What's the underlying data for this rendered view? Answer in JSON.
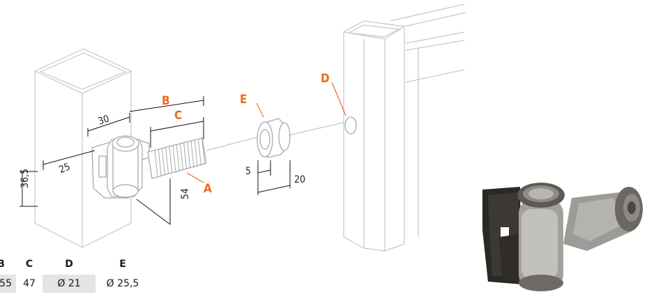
{
  "labels": {
    "A": "A",
    "B": "B",
    "C": "C",
    "D": "D",
    "E": "E"
  },
  "dimensions": {
    "d30": "30",
    "d25": "25",
    "d36_5": "36,5",
    "d54": "54",
    "d5": "5",
    "d20": "20"
  },
  "table": {
    "headers": [
      "B",
      "C",
      "D",
      "E"
    ],
    "row": [
      "55",
      "47",
      "Ø 21",
      "Ø 25,5"
    ]
  },
  "colors": {
    "accent": "#ef6a1e",
    "line": "#c6c6c6",
    "table_shade": "#e4e4e4"
  }
}
